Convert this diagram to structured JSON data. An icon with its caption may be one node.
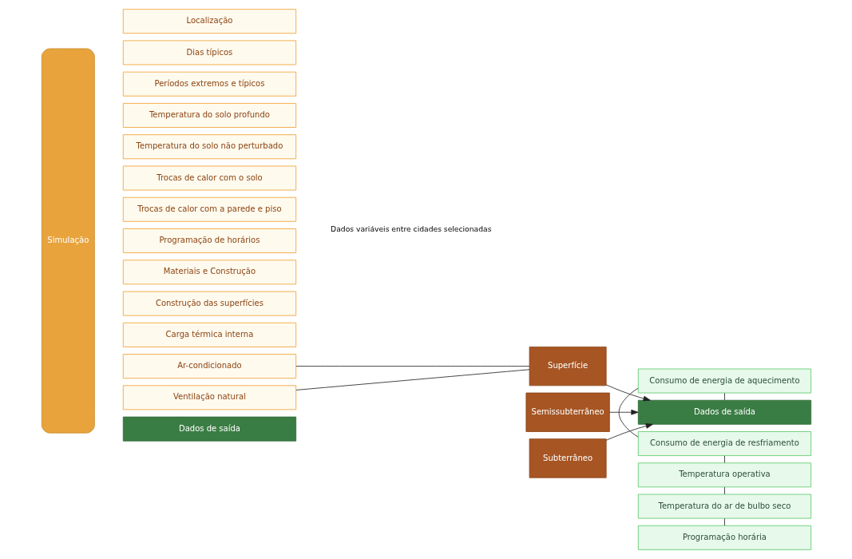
{
  "diagram": {
    "nodes": [
      {
        "text": [
          "Simulação"
        ]
      },
      {
        "text": [
          "Localização"
        ]
      },
      {
        "text": [
          "Dias típicos"
        ]
      },
      {
        "text": [
          "Períodos extremos e típicos"
        ]
      },
      {
        "text": [
          "Temperatura do solo profundo"
        ]
      },
      {
        "text": [
          "Temperatura do solo não perturbado"
        ]
      },
      {
        "text": [
          "Trocas de calor com o solo"
        ]
      },
      {
        "text": [
          "Trocas de calor com a parede e piso"
        ]
      },
      {
        "text": [
          "Programação de horários"
        ]
      },
      {
        "text": [
          "Materiais e Construção"
        ]
      },
      {
        "text": [
          "Construção das superfícies"
        ]
      },
      {
        "text": [
          "Carga térmica interna"
        ]
      },
      {
        "text": [
          "Ar-condicionado"
        ]
      },
      {
        "text": [
          "Ventilação natural"
        ]
      },
      {
        "text": [
          "Dados de saída"
        ]
      },
      {
        "text": [
          "Dados de saída"
        ]
      },
      {
        "text": [
          "Consumo de energia de aquecimento"
        ]
      },
      {
        "text": [
          "Consumo de energia de resfriamento"
        ]
      },
      {
        "text": [
          "Temperatura operativa"
        ]
      },
      {
        "text": [
          "Temperatura do ar de bulbo seco"
        ]
      },
      {
        "text": [
          "Programação horária"
        ]
      },
      {
        "text": [
          "Superfície"
        ]
      },
      {
        "text": [
          "Semissubterrâneo"
        ]
      },
      {
        "text": [
          "Subterrâneo"
        ]
      }
    ],
    "edges": [
      {
        "from": 12,
        "to": 21,
        "arrow": "none"
      },
      {
        "from": 13,
        "to": 21,
        "arrow": "none"
      },
      {
        "from": 21,
        "to": 15,
        "arrow": "to"
      },
      {
        "from": 22,
        "to": 15,
        "arrow": "to"
      },
      {
        "from": 23,
        "to": 15,
        "arrow": "to"
      },
      {
        "from": 15,
        "to": 16,
        "arrow": "none"
      },
      {
        "from": 16,
        "to": 17,
        "arrow": "none"
      },
      {
        "from": 17,
        "to": 18,
        "arrow": "none"
      },
      {
        "from": 18,
        "to": 19,
        "arrow": "none"
      },
      {
        "from": 19,
        "to": 20,
        "arrow": "none"
      }
    ],
    "labels": [
      "Dados variáveis entre cidades selecionadas"
    ]
  }
}
